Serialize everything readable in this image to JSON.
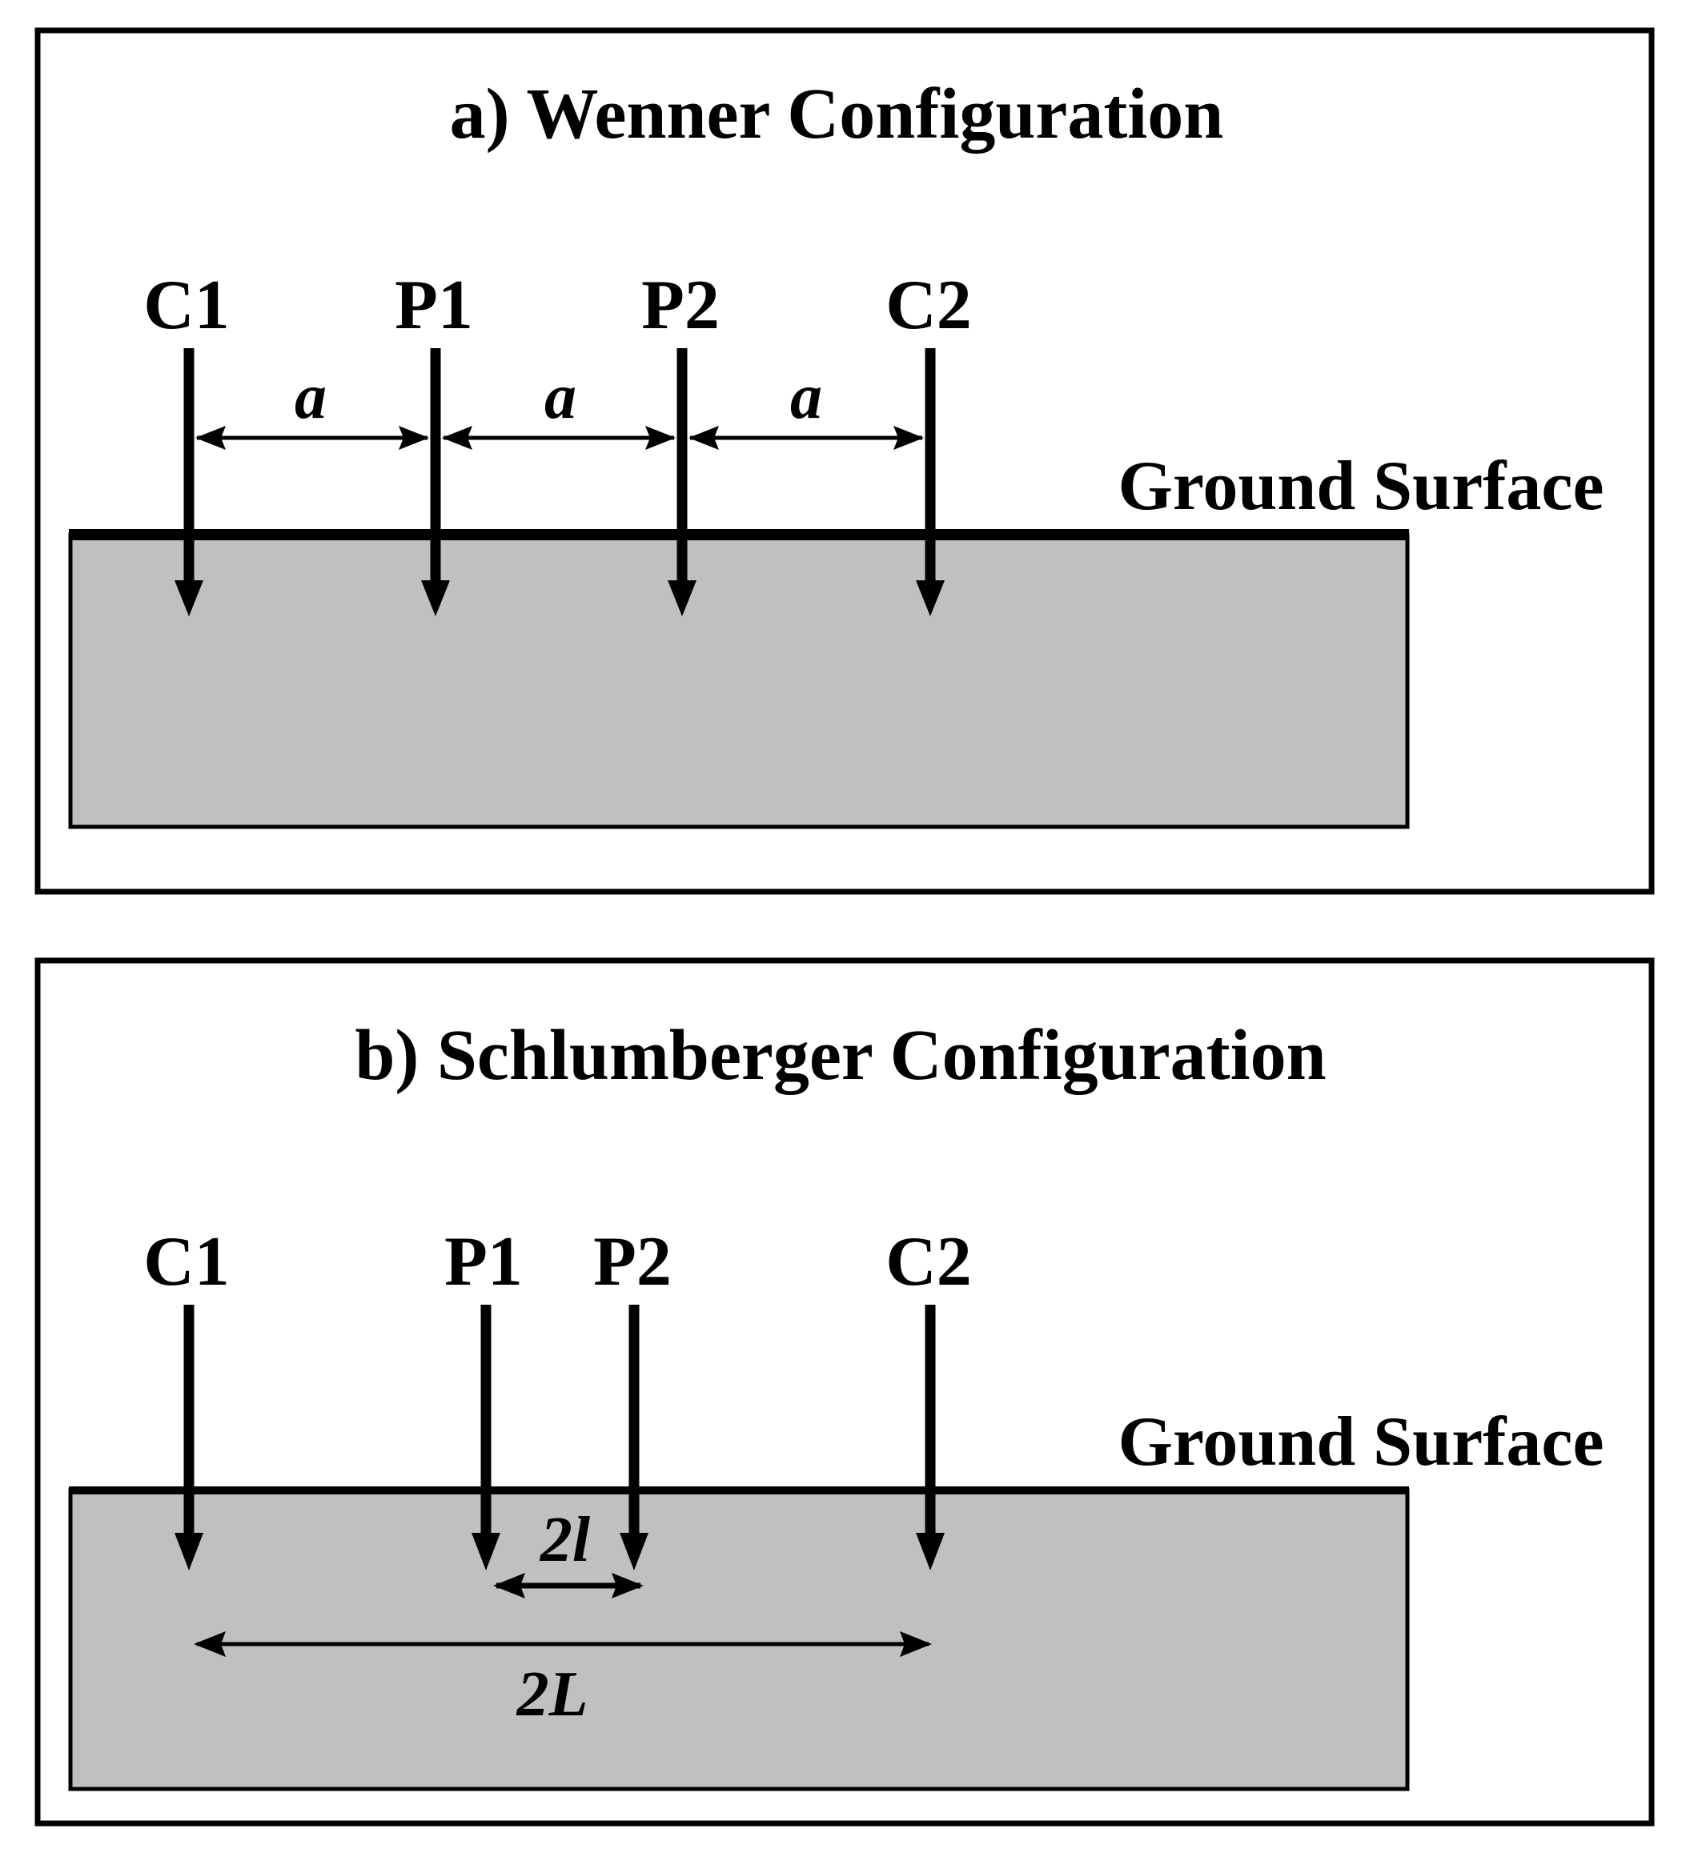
{
  "panel_a": {
    "title": "a) Wenner Configuration",
    "electrodes": [
      "C1",
      "P1",
      "P2",
      "C2"
    ],
    "spacing_labels": [
      "a",
      "a",
      "a"
    ],
    "ground_label": "Ground Surface"
  },
  "panel_b": {
    "title": "b) Schlumberger Configuration",
    "electrodes": [
      "C1",
      "P1",
      "P2",
      "C2"
    ],
    "inner_spacing_label": "2l",
    "outer_spacing_label": "2L",
    "ground_label": "Ground Surface"
  },
  "colors": {
    "ground_fill": "#c0c0c0",
    "stroke": "#000000",
    "background": "#ffffff"
  }
}
